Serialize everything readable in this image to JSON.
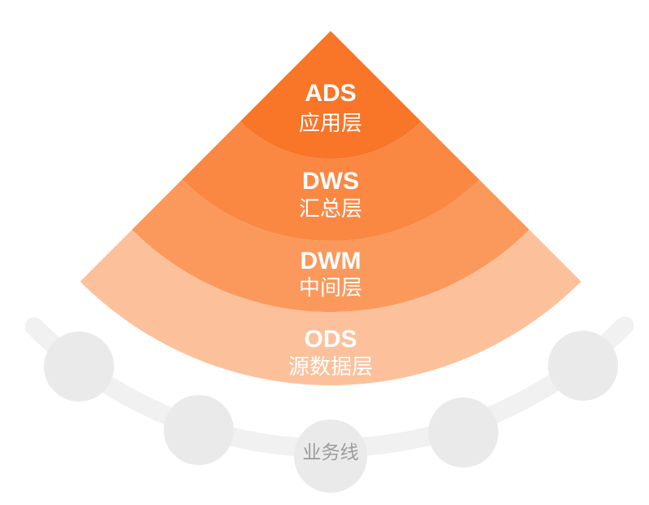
{
  "diagram": {
    "background": "#ffffff",
    "text_color": "#ffffff",
    "layers": [
      {
        "code": "ADS",
        "name": "应用层",
        "color": "#f97527"
      },
      {
        "code": "DWS",
        "name": "汇总层",
        "color": "#fa8843"
      },
      {
        "code": "DWM",
        "name": "中间层",
        "color": "#fb995c"
      },
      {
        "code": "ODS",
        "name": "源数据层",
        "color": "#fcc19b"
      }
    ],
    "baseline": {
      "label": "业务线",
      "line_color": "#f1f1f1",
      "node_color": "#eaeaea",
      "label_color": "#9c9c9c",
      "node_count": 5
    }
  }
}
